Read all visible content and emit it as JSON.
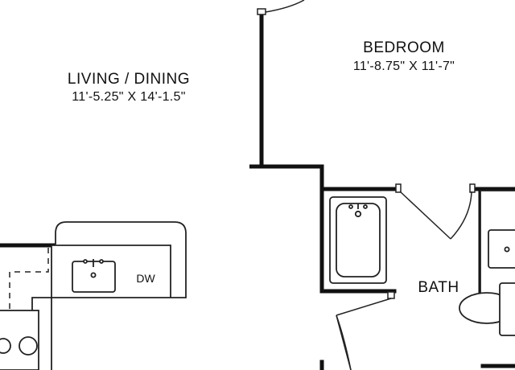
{
  "rooms": {
    "living_dining": {
      "name": "LIVING / DINING",
      "dimensions": "11'-5.25\" X 14'-1.5\""
    },
    "bedroom": {
      "name": "BEDROOM",
      "dimensions": "11'-8.75\" X 11'-7\""
    },
    "bath": {
      "name": "BATH"
    }
  },
  "fixtures": {
    "dishwasher_label": "DW"
  },
  "colors": {
    "wall": "#111111",
    "line": "#222222",
    "background": "#ffffff"
  }
}
